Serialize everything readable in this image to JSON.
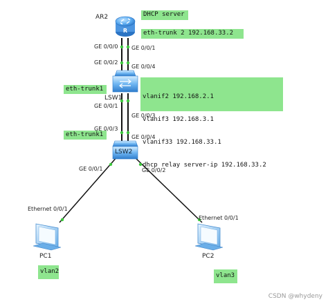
{
  "devices": {
    "ar2": {
      "name": "AR2"
    },
    "lsw1": {
      "name": "LSW1"
    },
    "lsw2": {
      "name": "LSW2"
    },
    "pc1": {
      "name": "PC1"
    },
    "pc2": {
      "name": "PC2"
    }
  },
  "ports": {
    "ar2_g000": "GE 0/0/0",
    "ar2_g001": "GE 0/0/1",
    "lsw1_g002": "GE 0/0/2",
    "lsw1_g004": "GE 0/0/4",
    "lsw1_g001": "GE 0/0/1",
    "lsw1_g003": "GE 0/0/3",
    "lsw2_g003": "GE 0/0/3",
    "lsw2_g004": "GE 0/0/4",
    "lsw2_g001": "GE 0/0/1",
    "lsw2_g002": "GE 0/0/2",
    "pc1_eth": "Ethernet 0/0/1",
    "pc2_eth": "Ethernet 0/0/1"
  },
  "notes": {
    "dhcp_server": "DHCP server",
    "ar2_trunk": "eth-trunk 2 192.168.33.2",
    "lsw1_trunk": "eth-trunk1",
    "lsw2_trunk": "eth-trunk1",
    "lsw1_config": [
      "vlanif2 192.168.2.1",
      "vlanif3 192.168.3.1",
      "vlanif33 192.168.33.1",
      "dhcp relay server-ip 192.168.33.2"
    ],
    "pc1_vlan": "vlan2",
    "pc2_vlan": "vlan3"
  },
  "watermark": "CSDN @whydeny",
  "colors": {
    "note_bg": "#8ee58e",
    "link": "#111111",
    "port_dot": "#3cc83c",
    "device_blue": "#3d8fe0"
  }
}
